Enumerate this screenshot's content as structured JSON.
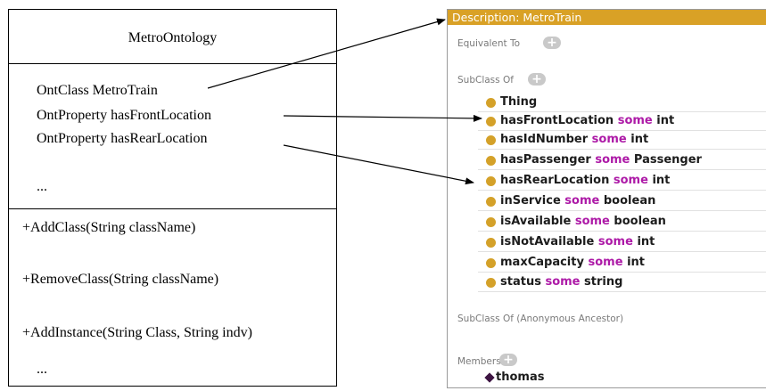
{
  "uml": {
    "class_name": "MetroOntology",
    "attributes": [
      "OntClass MetroTrain",
      "OntProperty hasFrontLocation",
      "OntProperty hasRearLocation",
      "..."
    ],
    "methods": [
      "+AddClass(String className)",
      "+RemoveClass(String className)",
      "+AddInstance(String Class, String indv)",
      "..."
    ]
  },
  "panel": {
    "header": "Description: MetroTrain",
    "header_color": "#d9a126",
    "sections": {
      "equivalent_to": "Equivalent To",
      "subclass_of": "SubClass Of",
      "anonymous_ancestor": "SubClass Of (Anonymous Ancestor)",
      "members": "Members"
    },
    "plus_symbol": "+",
    "superclasses": [
      {
        "property": "Thing",
        "keyword": "",
        "filler": ""
      },
      {
        "property": "hasFrontLocation",
        "keyword": "some",
        "filler": "int"
      },
      {
        "property": "hasIdNumber",
        "keyword": "some",
        "filler": "int"
      },
      {
        "property": "hasPassenger",
        "keyword": "some",
        "filler": "Passenger"
      },
      {
        "property": "hasRearLocation",
        "keyword": "some",
        "filler": "int"
      },
      {
        "property": "inService",
        "keyword": "some",
        "filler": "boolean"
      },
      {
        "property": "isAvailable",
        "keyword": "some",
        "filler": "boolean"
      },
      {
        "property": "isNotAvailable",
        "keyword": "some",
        "filler": "int"
      },
      {
        "property": "maxCapacity",
        "keyword": "some",
        "filler": "int"
      },
      {
        "property": "status",
        "keyword": "some",
        "filler": "string"
      }
    ],
    "members": [
      "thomas"
    ],
    "class_icon_color": "#d4a129",
    "individual_icon_color": "#3d1442",
    "keyword_color": "#ad1aa7"
  }
}
